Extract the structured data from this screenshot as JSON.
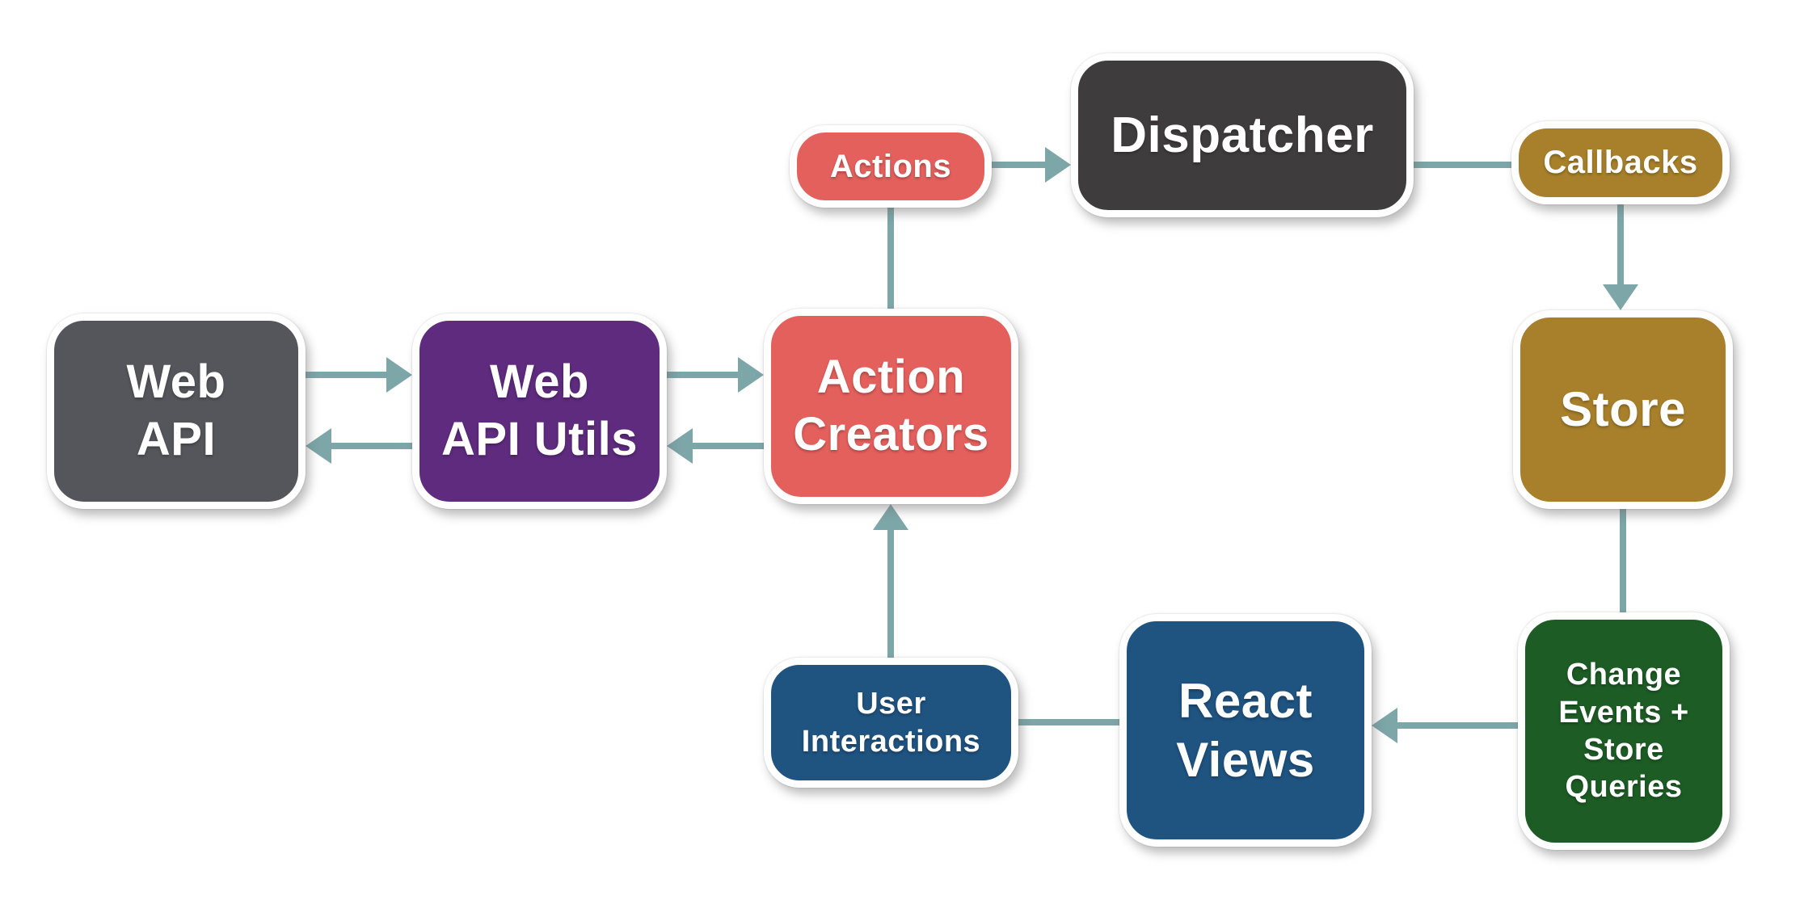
{
  "diagram": {
    "type": "flowchart",
    "nodes": {
      "web_api": {
        "label": "Web\nAPI",
        "color": "#54565B"
      },
      "web_api_utils": {
        "label": "Web\nAPI Utils",
        "color": "#5E2B7E"
      },
      "action_creators": {
        "label": "Action\nCreators",
        "color": "#E4605D"
      },
      "actions": {
        "label": "Actions",
        "color": "#E4605D"
      },
      "dispatcher": {
        "label": "Dispatcher",
        "color": "#3F3C3E"
      },
      "callbacks": {
        "label": "Callbacks",
        "color": "#A8802B"
      },
      "store": {
        "label": "Store",
        "color": "#A8802B"
      },
      "change_events": {
        "label": "Change\nEvents +\nStore\nQueries",
        "color": "#1D5C25"
      },
      "react_views": {
        "label": "React\nViews",
        "color": "#1F5380"
      },
      "user_interactions": {
        "label": "User\nInteractions",
        "color": "#1F5380"
      }
    },
    "edges": [
      {
        "from": "Web API",
        "to": "Web API Utils",
        "arrowhead": true
      },
      {
        "from": "Web API Utils",
        "to": "Web API",
        "arrowhead": true
      },
      {
        "from": "Web API Utils",
        "to": "Action Creators",
        "arrowhead": true
      },
      {
        "from": "Action Creators",
        "to": "Web API Utils",
        "arrowhead": true
      },
      {
        "from": "Action Creators",
        "to": "Actions",
        "arrowhead": false
      },
      {
        "from": "Actions",
        "to": "Dispatcher",
        "arrowhead": true
      },
      {
        "from": "Dispatcher",
        "to": "Callbacks",
        "arrowhead": false
      },
      {
        "from": "Callbacks",
        "to": "Store",
        "arrowhead": true
      },
      {
        "from": "Store",
        "to": "Change Events + Store Queries",
        "arrowhead": false
      },
      {
        "from": "Change Events + Store Queries",
        "to": "React Views",
        "arrowhead": true
      },
      {
        "from": "React Views",
        "to": "User Interactions",
        "arrowhead": false
      },
      {
        "from": "User Interactions",
        "to": "Action Creators",
        "arrowhead": true
      }
    ],
    "colors": {
      "background": "#FFFFFF",
      "node_border": "#FFFFFF",
      "node_text": "#FFFFFF",
      "arrow": "#7CA6A8",
      "coral": "#E4605D",
      "charcoal": "#3F3C3E",
      "slate_gray": "#54565B",
      "purple": "#5E2B7E",
      "gold": "#A8802B",
      "green": "#1D5C25",
      "blue": "#1F5380"
    }
  }
}
